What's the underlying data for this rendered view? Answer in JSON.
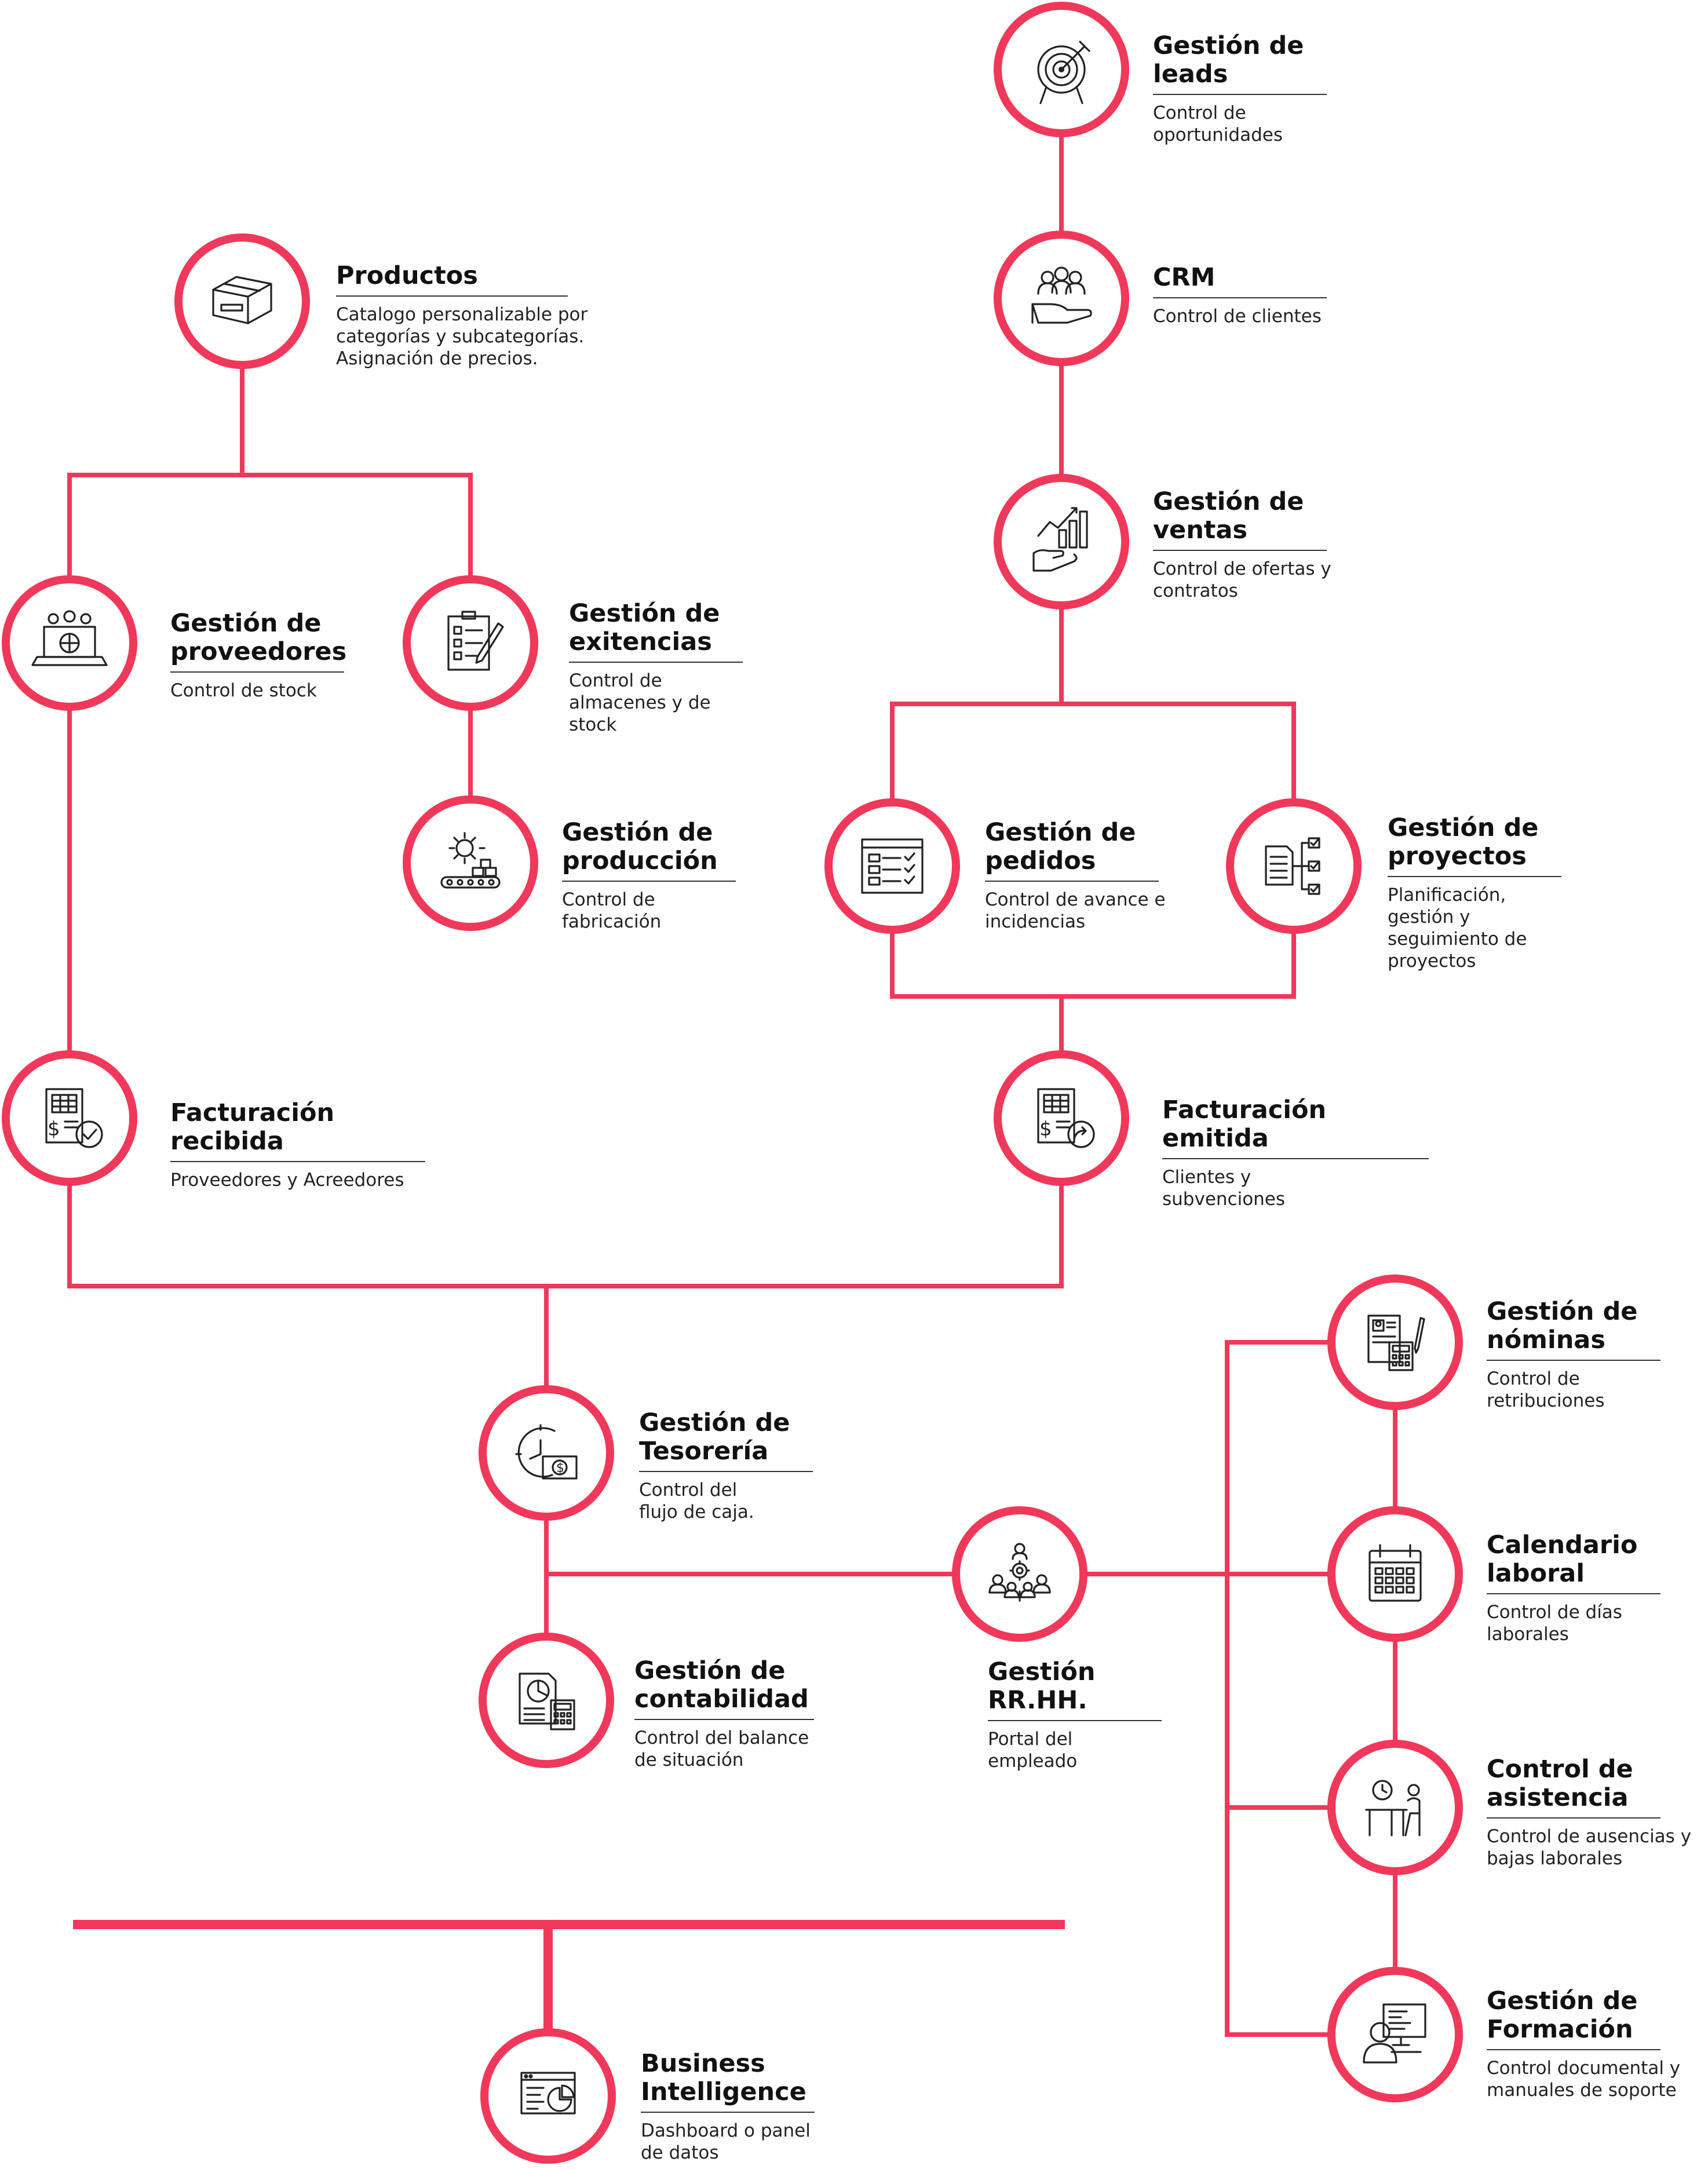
{
  "diagram": {
    "accent_color": "#f0385a",
    "nodes": {
      "leads": {
        "title": "Gestión de leads",
        "desc": "Control de oportunidades",
        "icon": "target-icon"
      },
      "crm": {
        "title": "CRM",
        "desc": "Control de clientes",
        "icon": "handshake-people-icon"
      },
      "ventas": {
        "title": "Gestión de ventas",
        "desc": "Control de ofertas y contratos",
        "icon": "growth-hand-icon"
      },
      "productos": {
        "title": "Productos",
        "desc": "Catalogo personalizable por categorías y subcategorías. Asignación de precios.",
        "icon": "box-icon"
      },
      "proveedores": {
        "title": "Gestión de proveedores",
        "desc": "Control de stock",
        "icon": "suppliers-laptop-icon"
      },
      "existencias": {
        "title": "Gestión de exitencias",
        "desc": "Control de almacenes y de stock",
        "icon": "clipboard-checklist-icon"
      },
      "produccion": {
        "title": "Gestión de producción",
        "desc": "Control de fabricación",
        "icon": "gear-conveyor-icon"
      },
      "pedidos": {
        "title": "Gestión de pedidos",
        "desc": "Control de avance e incidencias",
        "icon": "order-list-icon"
      },
      "proyectos": {
        "title": "Gestión de proyectos",
        "desc": "Planificación, gestión y seguimiento de proyectos",
        "icon": "document-tree-icon"
      },
      "fact_recibida": {
        "title": "Facturación recibida",
        "desc": "Proveedores y Acreedores",
        "icon": "invoice-check-icon"
      },
      "fact_emitida": {
        "title": "Facturación emitida",
        "desc": "Clientes y subvenciones",
        "icon": "invoice-send-icon"
      },
      "tesoreria": {
        "title": "Gestión de Tesorería",
        "desc": "Control del flujo de caja.",
        "icon": "clock-money-icon"
      },
      "contabilidad": {
        "title": "Gestión de contabilidad",
        "desc": "Control del balance de situación",
        "icon": "report-calculator-icon"
      },
      "rrhh": {
        "title": "Gestión RR.HH.",
        "desc": "Portal del empleado",
        "icon": "team-gear-icon"
      },
      "nominas": {
        "title": "Gestión de nóminas",
        "desc": "Control de retribuciones",
        "icon": "payroll-icon"
      },
      "calendario": {
        "title": "Calendario laboral",
        "desc": "Control de días laborales",
        "icon": "calendar-icon"
      },
      "asistencia": {
        "title": "Control de asistencia",
        "desc": "Control de ausencias y bajas laborales",
        "icon": "desk-clock-icon"
      },
      "formacion": {
        "title": "Gestión de Formación",
        "desc": "Control documental y manuales de soporte",
        "icon": "training-screen-icon"
      },
      "bi": {
        "title": "Business Intelligence",
        "desc": "Dashboard o panel de datos",
        "icon": "dashboard-chart-icon"
      }
    }
  }
}
